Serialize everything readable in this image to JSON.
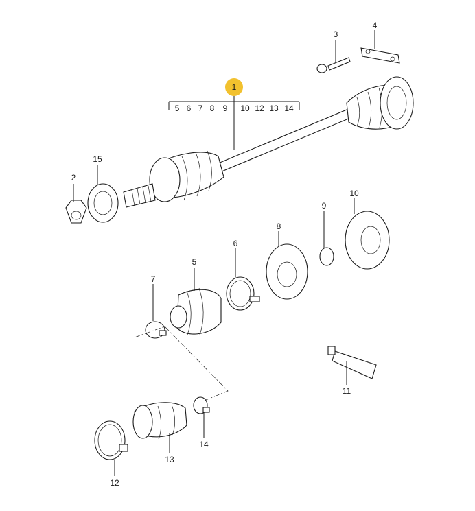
{
  "diagram": {
    "highlight_color": "#f2c12e",
    "line_color": "#1a1a1a",
    "main_callout": {
      "label": "1",
      "sub_parts": [
        "5",
        "6",
        "7",
        "8",
        "9",
        "10",
        "12",
        "13",
        "14"
      ]
    },
    "callouts": [
      {
        "id": "c2",
        "label": "2"
      },
      {
        "id": "c3",
        "label": "3"
      },
      {
        "id": "c4",
        "label": "4"
      },
      {
        "id": "c5",
        "label": "5"
      },
      {
        "id": "c6",
        "label": "6"
      },
      {
        "id": "c7",
        "label": "7"
      },
      {
        "id": "c8",
        "label": "8"
      },
      {
        "id": "c9",
        "label": "9"
      },
      {
        "id": "c10",
        "label": "10"
      },
      {
        "id": "c11",
        "label": "11"
      },
      {
        "id": "c12",
        "label": "12"
      },
      {
        "id": "c13",
        "label": "13"
      },
      {
        "id": "c14",
        "label": "14"
      },
      {
        "id": "c15",
        "label": "15"
      }
    ]
  }
}
